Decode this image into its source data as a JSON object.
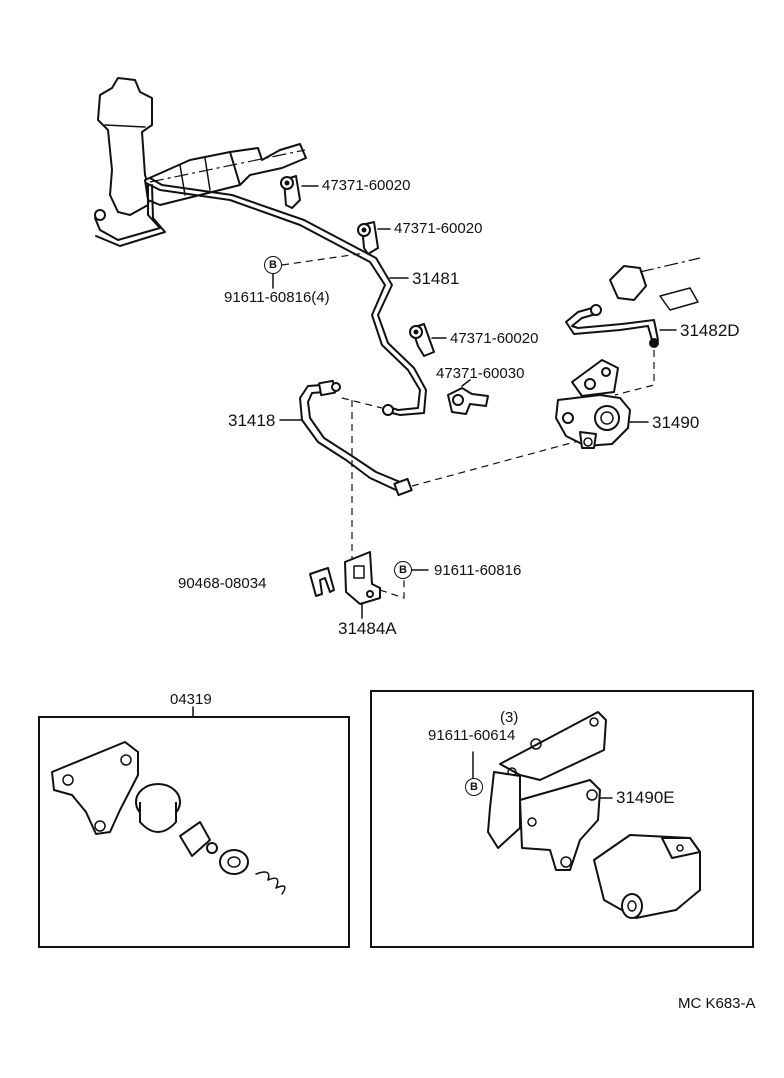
{
  "parts": {
    "clip_a": "47371-60020",
    "clip_b": "47371-60020",
    "tube_main": "31481",
    "bolt_multi": "91611-60816(4)",
    "clip_c": "47371-60020",
    "clip_d": "47371-60030",
    "tube_right": "31482D",
    "hose": "31418",
    "release_cylinder": "31490",
    "clip_e": "90468-08034",
    "bolt_single": "91611-60816",
    "bracket": "31484A",
    "kit": "04319",
    "inset_qty": "(3)",
    "inset_bolt": "91611-60614",
    "inset_cylinder": "31490E"
  },
  "bolt_symbol": "B",
  "diagram_code": "MC K683-A"
}
